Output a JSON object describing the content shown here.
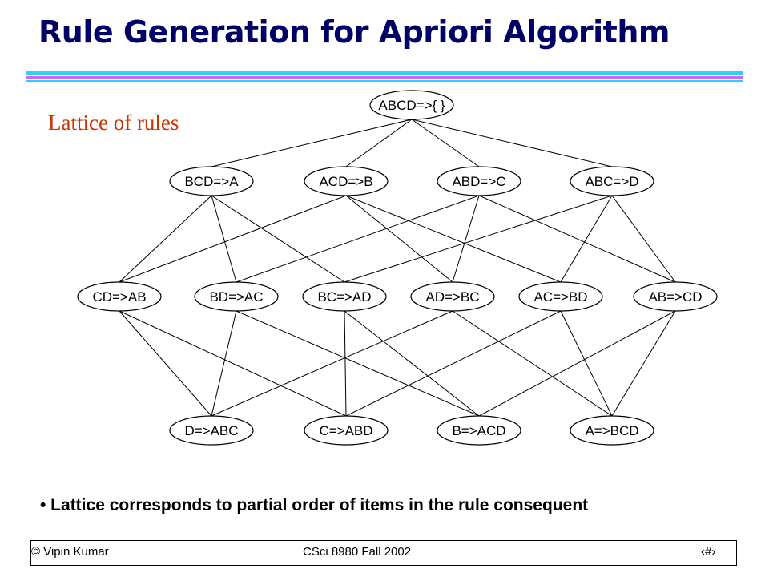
{
  "slide": {
    "title": "Rule Generation for Apriori Algorithm",
    "subtitle": "Lattice of rules",
    "caption": "• Lattice corresponds to partial order of items in the rule consequent",
    "colors": {
      "title": "#000066",
      "subtitle": "#cc3300",
      "bar_primary": "#33ccff",
      "bar_secondary": "#cc66ff"
    }
  },
  "footer": {
    "author": "© Vipin Kumar",
    "course": "CSci 8980 Fall 2002",
    "page": "‹#›"
  },
  "lattice": {
    "levels": [
      [
        "ABCD=>{ }"
      ],
      [
        "BCD=>A",
        "ACD=>B",
        "ABD=>C",
        "ABC=>D"
      ],
      [
        "CD=>AB",
        "BD=>AC",
        "BC=>AD",
        "AD=>BC",
        "AC=>BD",
        "AB=>CD"
      ],
      [
        "D=>ABC",
        "C=>ABD",
        "B=>ACD",
        "A=>BCD"
      ]
    ],
    "edges": [
      [
        "ABCD=>{ }",
        "BCD=>A"
      ],
      [
        "ABCD=>{ }",
        "ACD=>B"
      ],
      [
        "ABCD=>{ }",
        "ABD=>C"
      ],
      [
        "ABCD=>{ }",
        "ABC=>D"
      ],
      [
        "BCD=>A",
        "BC=>AD"
      ],
      [
        "BCD=>A",
        "BD=>AC"
      ],
      [
        "BCD=>A",
        "CD=>AB"
      ],
      [
        "ACD=>B",
        "AC=>BD"
      ],
      [
        "ACD=>B",
        "AD=>BC"
      ],
      [
        "ACD=>B",
        "CD=>AB"
      ],
      [
        "ABD=>C",
        "AB=>CD"
      ],
      [
        "ABD=>C",
        "AD=>BC"
      ],
      [
        "ABD=>C",
        "BD=>AC"
      ],
      [
        "ABC=>D",
        "AB=>CD"
      ],
      [
        "ABC=>D",
        "AC=>BD"
      ],
      [
        "ABC=>D",
        "BC=>AD"
      ],
      [
        "CD=>AB",
        "C=>ABD"
      ],
      [
        "CD=>AB",
        "D=>ABC"
      ],
      [
        "BD=>AC",
        "B=>ACD"
      ],
      [
        "BD=>AC",
        "D=>ABC"
      ],
      [
        "BC=>AD",
        "B=>ACD"
      ],
      [
        "BC=>AD",
        "C=>ABD"
      ],
      [
        "AD=>BC",
        "A=>BCD"
      ],
      [
        "AD=>BC",
        "D=>ABC"
      ],
      [
        "AC=>BD",
        "A=>BCD"
      ],
      [
        "AC=>BD",
        "C=>ABD"
      ],
      [
        "AB=>CD",
        "A=>BCD"
      ],
      [
        "AB=>CD",
        "B=>ACD"
      ]
    ]
  }
}
